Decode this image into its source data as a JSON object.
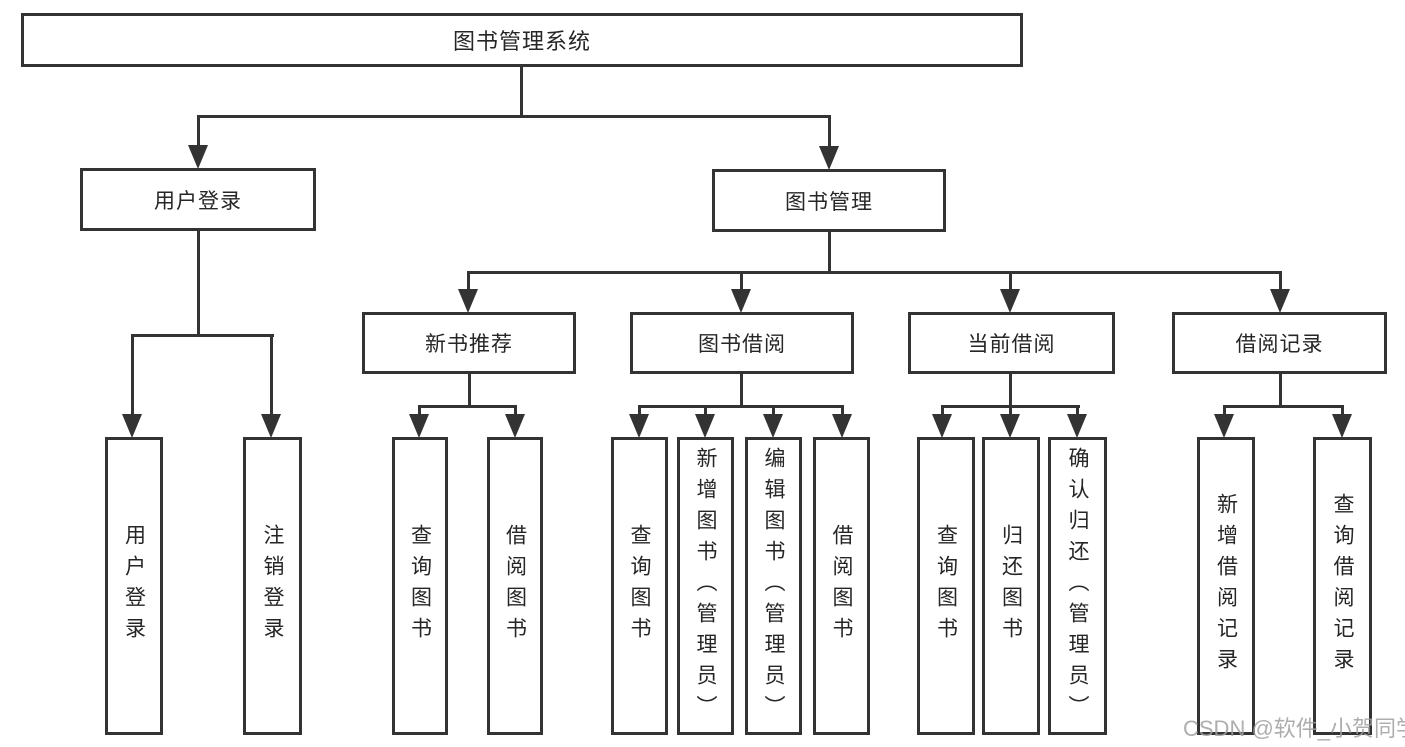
{
  "title": "图书管理系统",
  "colors": {
    "line": "#333333",
    "text": "#262626",
    "background": "#ffffff",
    "watermark": "#a0a0a0"
  },
  "watermark": {
    "text": "CSDN @软件_小贺同学"
  },
  "tree": {
    "root": {
      "label": "图书管理系统",
      "children": [
        {
          "label": "用户登录",
          "children": [
            {
              "label": "用户登录"
            },
            {
              "label": "注销登录"
            }
          ]
        },
        {
          "label": "图书管理",
          "children": [
            {
              "label": "新书推荐",
              "children": [
                {
                  "label": "查询图书"
                },
                {
                  "label": "借阅图书"
                }
              ]
            },
            {
              "label": "图书借阅",
              "children": [
                {
                  "label": "查询图书"
                },
                {
                  "label": "新增图书（管理员）"
                },
                {
                  "label": "编辑图书（管理员）"
                },
                {
                  "label": "借阅图书"
                }
              ]
            },
            {
              "label": "当前借阅",
              "children": [
                {
                  "label": "查询图书"
                },
                {
                  "label": "归还图书"
                },
                {
                  "label": "确认归还（管理员）"
                }
              ]
            },
            {
              "label": "借阅记录",
              "children": [
                {
                  "label": "新增借阅记录"
                },
                {
                  "label": "查询借阅记录"
                }
              ]
            }
          ]
        }
      ]
    }
  }
}
